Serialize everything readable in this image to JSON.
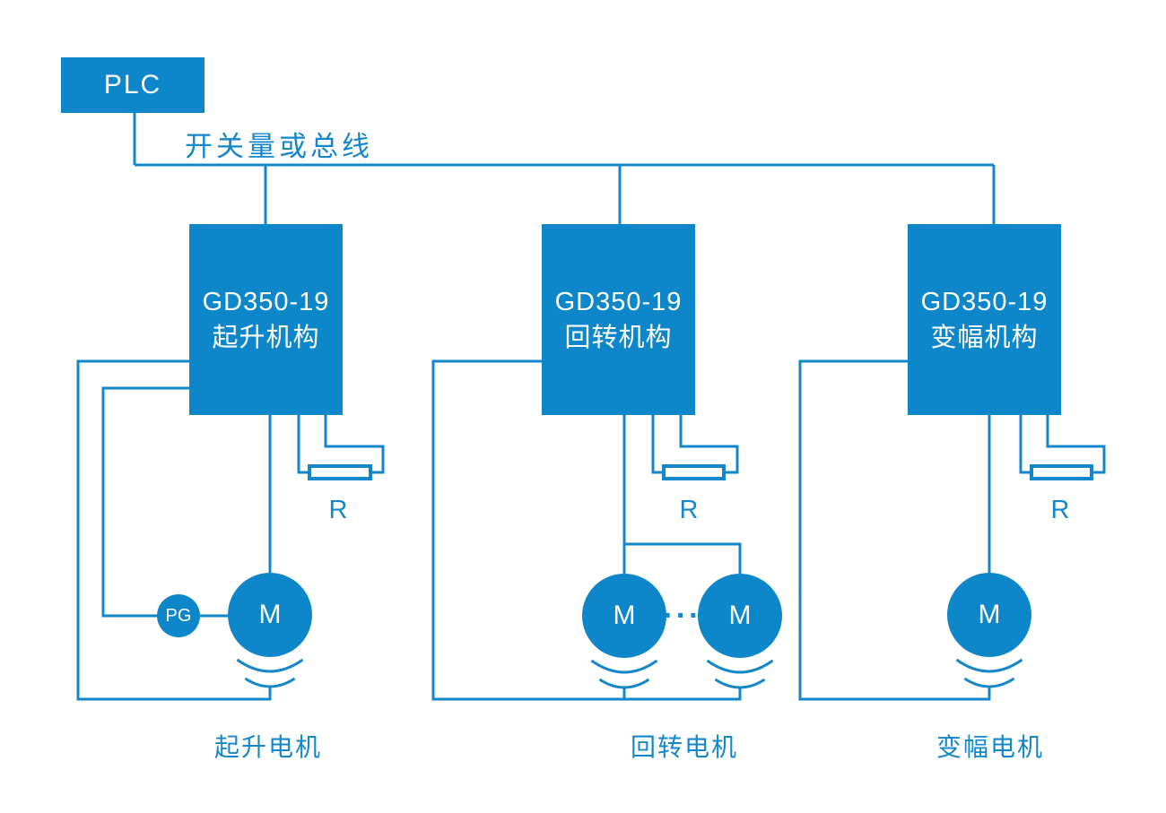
{
  "colors": {
    "box_fill_blue": "#0D87C9",
    "wire_blue": "#1387C9",
    "label_text_blue": "#1387C9",
    "box_text_white": "#ffffff",
    "background": "#ffffff"
  },
  "plc": {
    "label": "PLC"
  },
  "bus": {
    "label": "开关量或总线"
  },
  "units": [
    {
      "drive_line1": "GD350-19",
      "drive_line2": "起升机构",
      "resistor_label": "R",
      "pg_label": "PG",
      "motor_label": "M",
      "caption": "起升电机"
    },
    {
      "drive_line1": "GD350-19",
      "drive_line2": "回转机构",
      "resistor_label": "R",
      "motors": [
        "M",
        "M"
      ],
      "ellipsis": "···",
      "caption": "回转电机"
    },
    {
      "drive_line1": "GD350-19",
      "drive_line2": "变幅机构",
      "resistor_label": "R",
      "motor_label": "M",
      "caption": "变幅电机"
    }
  ]
}
